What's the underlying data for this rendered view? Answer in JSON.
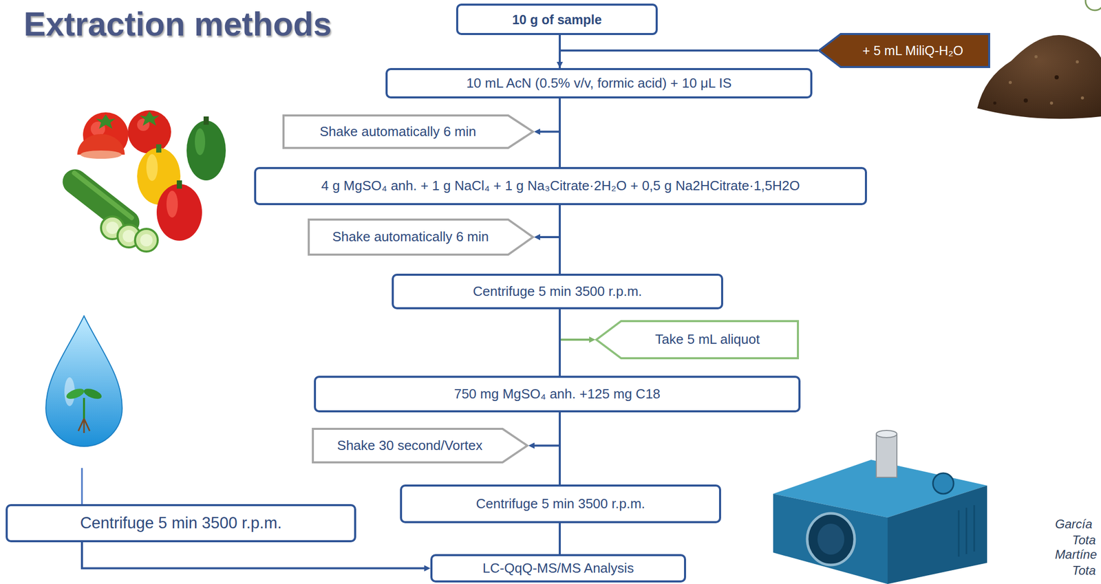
{
  "diagram": {
    "title": "Extraction methods",
    "nodes": [
      {
        "text": [
          "10 g of sample"
        ]
      },
      {
        "text": [
          "+ 5 mL MiliQ-H₂O"
        ]
      },
      {
        "text": [
          "10 mL AcN (0.5% v/v, formic acid) + 10 μL IS"
        ]
      },
      {
        "text": [
          "Shake automatically 6 min"
        ]
      },
      {
        "text": [
          "4 g MgSO₄ anh. + 1 g NaCl₄ + 1 g Na₃Citrate·2H₂O + 0,5 g Na2HCitrate·1,5H2O"
        ]
      },
      {
        "text": [
          "Shake automatically 6 min"
        ]
      },
      {
        "text": [
          "Centrifuge 5 min 3500 r.p.m."
        ]
      },
      {
        "text": [
          "Take 5 mL aliquot"
        ]
      },
      {
        "text": [
          "750 mg MgSO₄ anh. +125 mg C18"
        ]
      },
      {
        "text": [
          "Shake 30 second/Vortex"
        ]
      },
      {
        "text": [
          "Centrifuge 5 min 3500 r.p.m."
        ]
      },
      {
        "text": [
          "Centrifuge 5 min 3500 r.p.m."
        ]
      },
      {
        "text": [
          "LC-QqQ-MS/MS Analysis"
        ]
      }
    ],
    "edges": [
      {
        "from": 1,
        "to": 2,
        "arrow": "to"
      },
      {
        "from": 2,
        "to": 3,
        "arrow": "to"
      },
      {
        "from": 4,
        "to": 5,
        "arrow": "to"
      },
      {
        "from": 6,
        "to": 7,
        "arrow": "to"
      },
      {
        "from": 8,
        "to": 9,
        "arrow": "to"
      },
      {
        "from": 11,
        "to": 12,
        "arrow": "to"
      },
      {
        "from": 0,
        "to": 2,
        "arrow": "none"
      },
      {
        "from": 2,
        "to": 4,
        "arrow": "none"
      },
      {
        "from": 4,
        "to": 6,
        "arrow": "none"
      },
      {
        "from": 6,
        "to": 8,
        "arrow": "none"
      },
      {
        "from": 8,
        "to": 10,
        "arrow": "none"
      },
      {
        "from": 10,
        "to": 12,
        "arrow": "none"
      }
    ],
    "labels": [
      "García",
      "Tota",
      "Martíne",
      "Tota"
    ]
  }
}
